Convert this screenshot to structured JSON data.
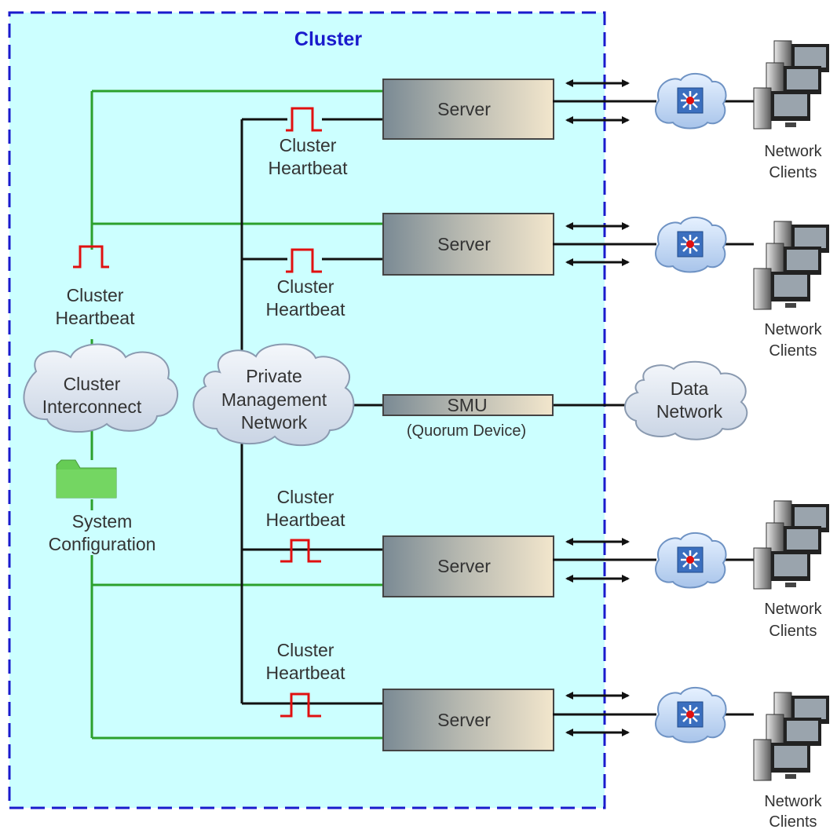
{
  "cluster": {
    "title": "Cluster"
  },
  "servers": [
    {
      "label": "Server"
    },
    {
      "label": "Server"
    },
    {
      "label": "Server"
    },
    {
      "label": "Server"
    }
  ],
  "heartbeats": {
    "inner": [
      {
        "line1": "Cluster",
        "line2": "Heartbeat"
      },
      {
        "line1": "Cluster",
        "line2": "Heartbeat"
      },
      {
        "line1": "Cluster",
        "line2": "Heartbeat"
      },
      {
        "line1": "Cluster",
        "line2": "Heartbeat"
      }
    ],
    "left": {
      "line1": "Cluster",
      "line2": "Heartbeat"
    }
  },
  "clouds": {
    "interconnect": {
      "line1": "Cluster",
      "line2": "Interconnect"
    },
    "private": {
      "line1": "Private",
      "line2": "Management",
      "line3": "Network"
    },
    "data": {
      "line1": "Data",
      "line2": "Network"
    }
  },
  "smu": {
    "label": "SMU",
    "sublabel": "(Quorum Device)"
  },
  "system_config": {
    "line1": "System",
    "line2": "Configuration"
  },
  "clients": [
    {
      "line1": "Network",
      "line2": "Clients"
    },
    {
      "line1": "Network",
      "line2": "Clients"
    },
    {
      "line1": "Network",
      "line2": "Clients"
    },
    {
      "line1": "Network",
      "line2": "Clients"
    }
  ],
  "colors": {
    "cluster_fill": "#ccffff",
    "cluster_border": "#1a1acc",
    "interconnect_line": "#2ca02c",
    "mgmt_line": "#111111",
    "heartbeat_pulse": "#e01010",
    "folder": "#66cc55",
    "cloud": "#dde6f2"
  }
}
